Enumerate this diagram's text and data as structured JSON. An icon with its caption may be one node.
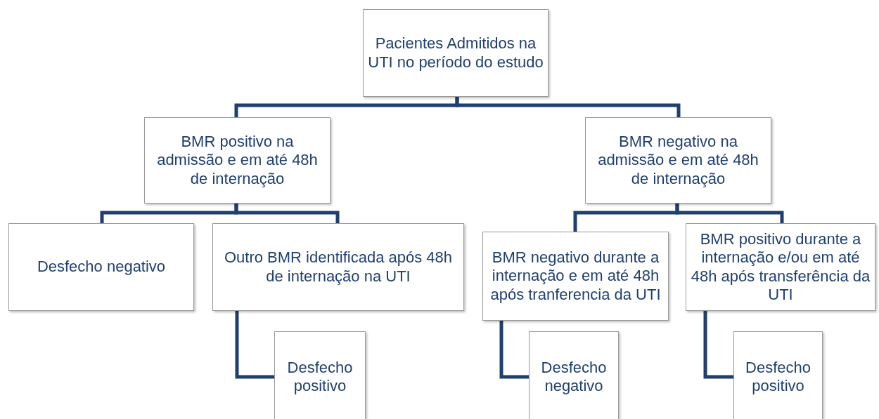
{
  "diagram": {
    "nodes": [
      {
        "text": [
          "Pacientes Admitidos na UTI no período do estudo"
        ]
      },
      {
        "text": [
          "BMR positivo na admissão e em até 48h de internação"
        ]
      },
      {
        "text": [
          "BMR negativo na admissão e em até 48h de internação"
        ]
      },
      {
        "text": [
          "Desfecho negativo"
        ]
      },
      {
        "text": [
          "Outro BMR identificada após 48h de internação na UTI"
        ]
      },
      {
        "text": [
          "BMR negativo durante a internação e em até 48h após tranferencia da UTI"
        ]
      },
      {
        "text": [
          "BMR positivo durante a internação e/ou em até 48h após transferência da UTI"
        ]
      },
      {
        "text": [
          "Desfecho positivo"
        ]
      },
      {
        "text": [
          "Desfecho negativo"
        ]
      },
      {
        "text": [
          "Desfecho positivo"
        ]
      }
    ],
    "edges": [
      {
        "from": 0,
        "to": 1,
        "arrow": "none"
      },
      {
        "from": 0,
        "to": 2,
        "arrow": "none"
      },
      {
        "from": 1,
        "to": 3,
        "arrow": "none"
      },
      {
        "from": 1,
        "to": 4,
        "arrow": "none"
      },
      {
        "from": 2,
        "to": 5,
        "arrow": "none"
      },
      {
        "from": 2,
        "to": 6,
        "arrow": "none"
      },
      {
        "from": 4,
        "to": 7,
        "arrow": "none"
      },
      {
        "from": 5,
        "to": 8,
        "arrow": "none"
      },
      {
        "from": 6,
        "to": 9,
        "arrow": "none"
      }
    ]
  }
}
